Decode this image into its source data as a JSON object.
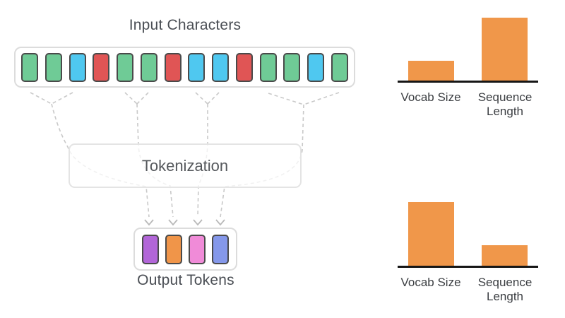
{
  "colors": {
    "char_green": "#6FCB96",
    "char_blue": "#4FC8F0",
    "char_red": "#E05555",
    "token_purple": "#B266D8",
    "token_orange": "#F09549",
    "token_pink": "#F08BD8",
    "token_periwinkle": "#8598EA",
    "bar_orange": "#F0974A",
    "dashed_line": "#c9c9c9",
    "cell_border": "#4a4a4a",
    "axis_black": "#161616"
  },
  "diagram": {
    "input_title": "Input Characters",
    "tokenization_label": "Tokenization",
    "output_title": "Output Tokens",
    "input_characters": [
      "green",
      "green",
      "blue",
      "red",
      "green",
      "green",
      "red",
      "blue",
      "blue",
      "red",
      "green",
      "green",
      "blue",
      "green"
    ],
    "output_tokens": [
      "purple",
      "orange",
      "pink",
      "periwinkle"
    ]
  },
  "chart_data": [
    {
      "type": "bar",
      "categories": [
        "Vocab Size",
        "Sequence Length"
      ],
      "values": [
        31,
        99
      ],
      "ylim": [
        0,
        100
      ],
      "title": "",
      "xlabel": "",
      "ylabel": "",
      "grid": false,
      "legend": false,
      "bar_color": "#F0974A"
    },
    {
      "type": "bar",
      "categories": [
        "Vocab Size",
        "Sequence Length"
      ],
      "values": [
        100,
        32
      ],
      "ylim": [
        0,
        100
      ],
      "title": "",
      "xlabel": "",
      "ylabel": "",
      "grid": false,
      "legend": false,
      "bar_color": "#F0974A"
    }
  ]
}
